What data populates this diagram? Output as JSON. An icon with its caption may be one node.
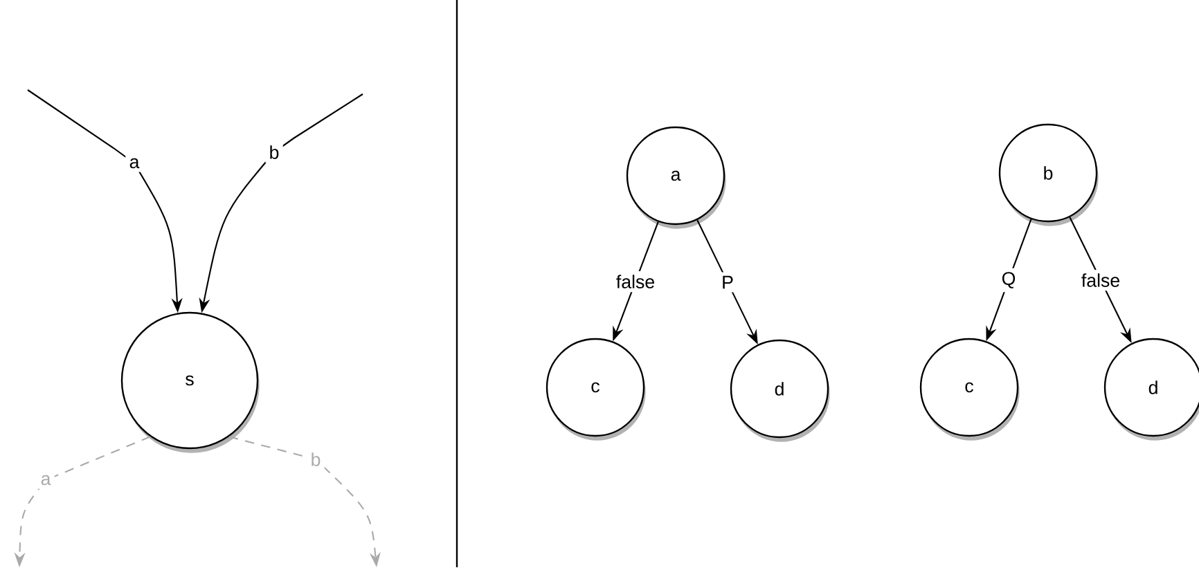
{
  "diagram": {
    "nodes": [
      {
        "text": [
          "s"
        ]
      },
      {
        "text": [
          "a"
        ]
      },
      {
        "text": [
          "c"
        ]
      },
      {
        "text": [
          "d"
        ]
      },
      {
        "text": [
          "b"
        ]
      },
      {
        "text": [
          "c"
        ]
      },
      {
        "text": [
          "d"
        ]
      }
    ],
    "edges": [
      {
        "from": null,
        "to": 0,
        "arrow": "to",
        "label": "a"
      },
      {
        "from": null,
        "to": 0,
        "arrow": "to",
        "label": "b"
      },
      {
        "from": 0,
        "to": null,
        "arrow": "to",
        "label": "a",
        "style": "dashed",
        "color": "#aaaaaa"
      },
      {
        "from": 0,
        "to": null,
        "arrow": "to",
        "label": "b",
        "style": "dashed",
        "color": "#aaaaaa"
      },
      {
        "from": 1,
        "to": 2,
        "arrow": "to",
        "label": "false"
      },
      {
        "from": 1,
        "to": 3,
        "arrow": "to",
        "label": "P"
      },
      {
        "from": 4,
        "to": 5,
        "arrow": "to",
        "label": "Q"
      },
      {
        "from": 4,
        "to": 6,
        "arrow": "to",
        "label": "false"
      }
    ]
  }
}
